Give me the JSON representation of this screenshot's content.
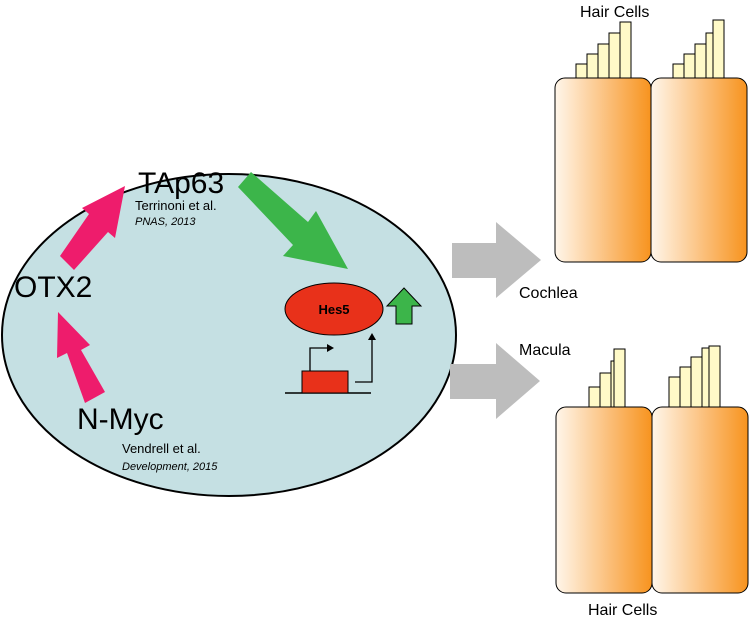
{
  "nucleus": {
    "genes": {
      "tap63": "TAp63",
      "otx2": "OTX2",
      "nmyc": "N-Myc",
      "hes5": "Hes5"
    },
    "citations": {
      "terrinoni_authors": "Terrinoni et al.",
      "terrinoni_journal": "PNAS, 2013",
      "vendrell_authors": "Vendrell et al.",
      "vendrell_journal": "Development, 2015"
    }
  },
  "organs": {
    "cochlea_label": "Cochlea",
    "macula_label": "Macula",
    "top_hair_cells_label": "Hair Cells",
    "bottom_hair_cells_label": "Hair Cells"
  },
  "colors": {
    "nucleus_fill": "#c5e0e3",
    "pink_arrow": "#ee1c6c",
    "green_arrow": "#3cb54a",
    "hes5_fill": "#e8311a",
    "gray_arrow": "#bdbdbd",
    "cell_orange": "#f7931e",
    "stereocilia": "#fffac8"
  }
}
